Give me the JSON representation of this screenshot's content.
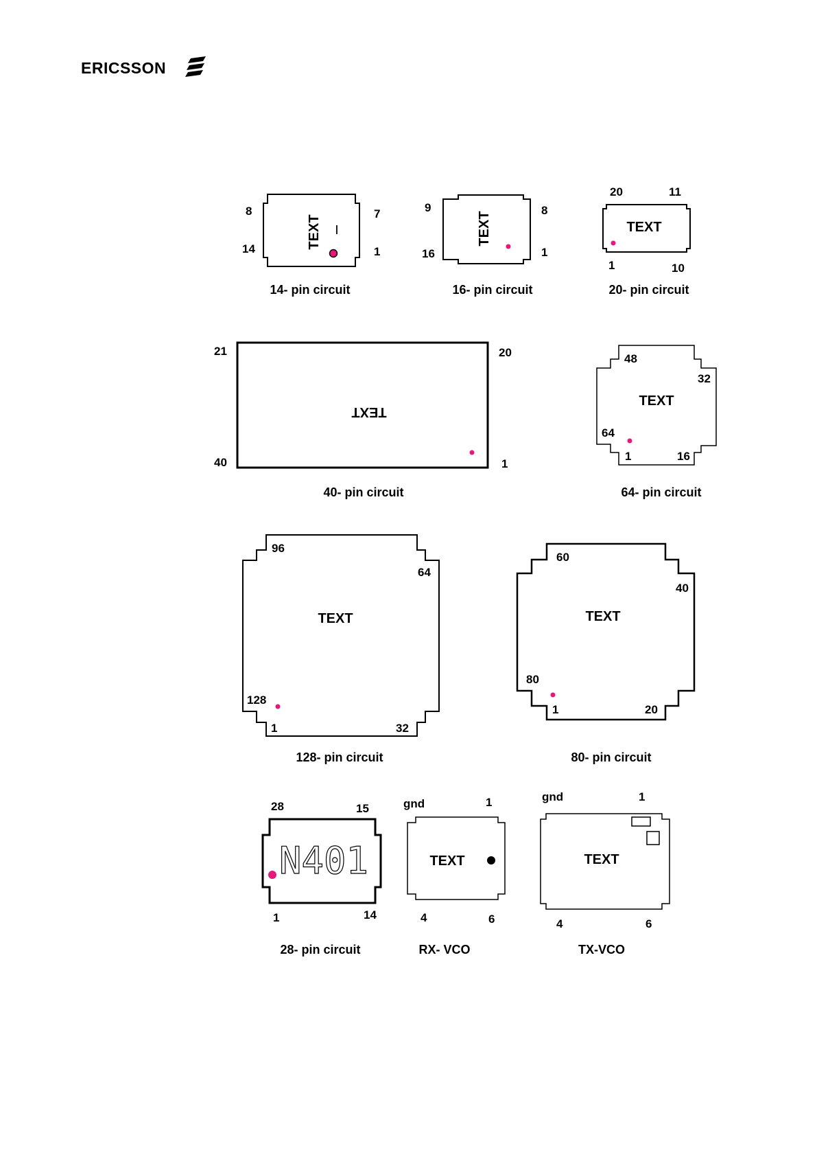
{
  "header": {
    "brand": "ERICSSON",
    "logo_icon": "ericsson-stripes-icon"
  },
  "colors": {
    "pin1_marker": "#e8177a",
    "outline": "#000000"
  },
  "circuits": {
    "c14": {
      "caption": "14- pin circuit",
      "body_text": "TEXT",
      "mark": "|",
      "pins": {
        "top_left": "8",
        "top_right": "7",
        "bottom_left": "14",
        "bottom_right": "1"
      }
    },
    "c16": {
      "caption": "16- pin circuit",
      "body_text": "TEXT",
      "pins": {
        "top_left": "9",
        "top_right": "8",
        "bottom_left": "16",
        "bottom_right": "1"
      }
    },
    "c20": {
      "caption": "20- pin circuit",
      "body_text": "TEXT",
      "pins": {
        "top_left": "20",
        "top_right": "11",
        "bottom_left": "1",
        "bottom_right": "10"
      }
    },
    "c40": {
      "caption": "40- pin circuit",
      "body_text": "TEXT",
      "pins": {
        "top_left": "21",
        "top_right": "20",
        "bottom_left": "40",
        "bottom_right": "1"
      }
    },
    "c64": {
      "caption": "64- pin circuit",
      "body_text": "TEXT",
      "pins": {
        "top": "48",
        "right": "32",
        "left": "64",
        "bottom_left": "1",
        "bottom_right": "16"
      }
    },
    "c128": {
      "caption": "128- pin circuit",
      "body_text": "TEXT",
      "pins": {
        "top": "96",
        "right": "64",
        "left": "128",
        "bottom_left": "1",
        "bottom_right": "32"
      }
    },
    "c80": {
      "caption": "80- pin circuit",
      "body_text": "TEXT",
      "pins": {
        "top": "60",
        "right": "40",
        "left": "80",
        "bottom_left": "1",
        "bottom_right": "20"
      }
    },
    "c28": {
      "caption": "28- pin circuit",
      "body_text": "N401",
      "pins": {
        "top_left": "28",
        "top_right": "15",
        "bottom_left": "1",
        "bottom_right": "14"
      }
    },
    "rxvco": {
      "caption": "RX- VCO",
      "body_text": "TEXT",
      "pins": {
        "top_left": "gnd",
        "top_right": "1",
        "bottom_left": "4",
        "bottom_right": "6"
      }
    },
    "txvco": {
      "caption": "TX-VCO",
      "body_text": "TEXT",
      "pins": {
        "top_left": "gnd",
        "top_right": "1",
        "bottom_left": "4",
        "bottom_right": "6"
      }
    }
  }
}
